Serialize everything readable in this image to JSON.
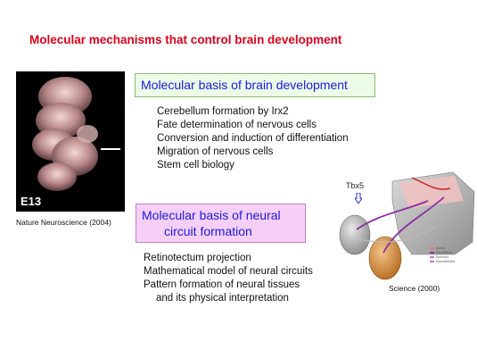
{
  "slide": {
    "title": "Molecular mechanisms that control brain development",
    "embryo": {
      "label": "E13",
      "caption": "Nature Neuroscience (2004)"
    },
    "section1": {
      "heading": "Molecular basis of brain development",
      "items": [
        "Cerebellum formation by Irx2",
        "Fate determination of nervous cells",
        "Conversion and induction of differentiation",
        "Migration of nervous cells",
        "Stem cell biology"
      ]
    },
    "section2": {
      "heading_line1": "Molecular basis of neural",
      "heading_line2": "circuit formation",
      "items": [
        "Retinotectum projection",
        "Mathematical model of neural circuits",
        "Pattern formation of neural tissues"
      ],
      "continuation": "and its physical interpretation"
    },
    "diagram": {
      "gene_label": "Tbx5",
      "caption": "Science (2000)",
      "legend": [
        "EphA4",
        "Eph BotKat",
        "EphrinAs",
        "EphrinB&Wnt"
      ]
    }
  }
}
